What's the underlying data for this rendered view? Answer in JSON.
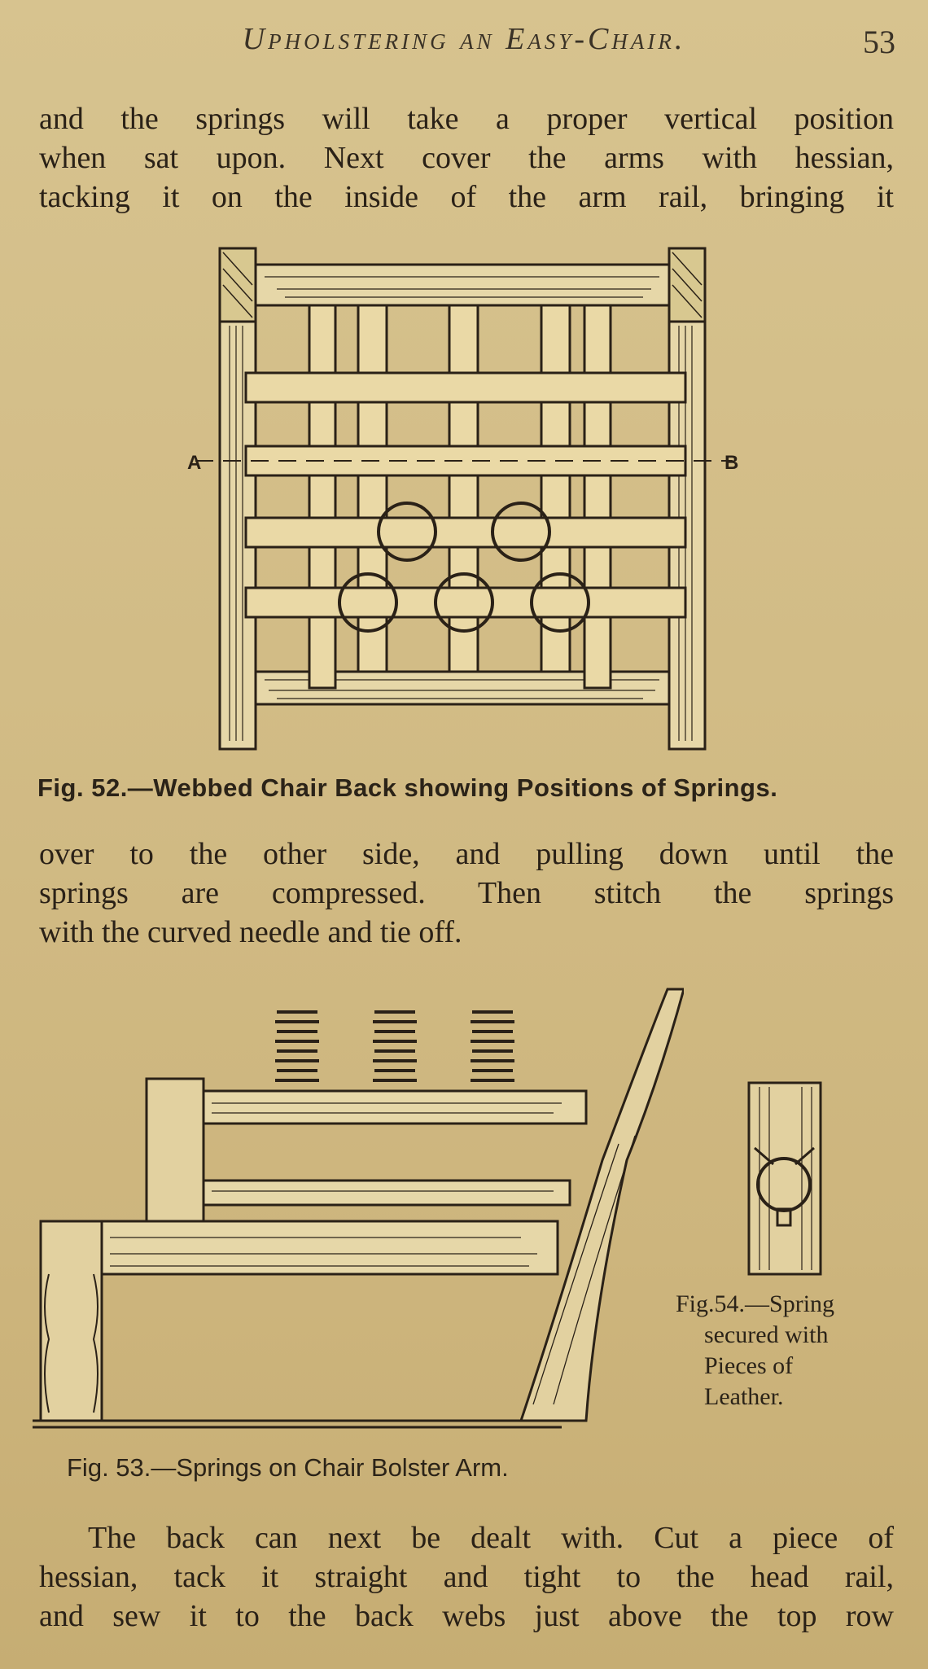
{
  "header": {
    "running_head": "Upholstering an Easy-Chair.",
    "page_number": "53"
  },
  "paragraph_1": [
    "and the springs will take a proper vertical position",
    "when sat upon.  Next cover the arms with hessian,",
    "tacking it on the inside of the arm rail, bringing it"
  ],
  "figure_52": {
    "caption": "Fig. 52.—Webbed Chair Back showing Positions of Springs.",
    "label_a": "A",
    "label_b": "B"
  },
  "paragraph_2": [
    "over to the other side, and pulling down until the",
    "springs are compressed.  Then stitch the springs",
    "with the curved needle and tie off."
  ],
  "figure_53": {
    "caption": "Fig. 53.—Springs on Chair Bolster Arm."
  },
  "figure_54": {
    "caption_lines": [
      "Fig.54.—Spring",
      "secured with",
      "Pieces      of",
      "Leather."
    ]
  },
  "paragraph_3": [
    "The back can next be dealt with.  Cut a piece of",
    "hessian, tack it straight and tight to the head rail,",
    "and sew it to the back webs just above the top row"
  ]
}
